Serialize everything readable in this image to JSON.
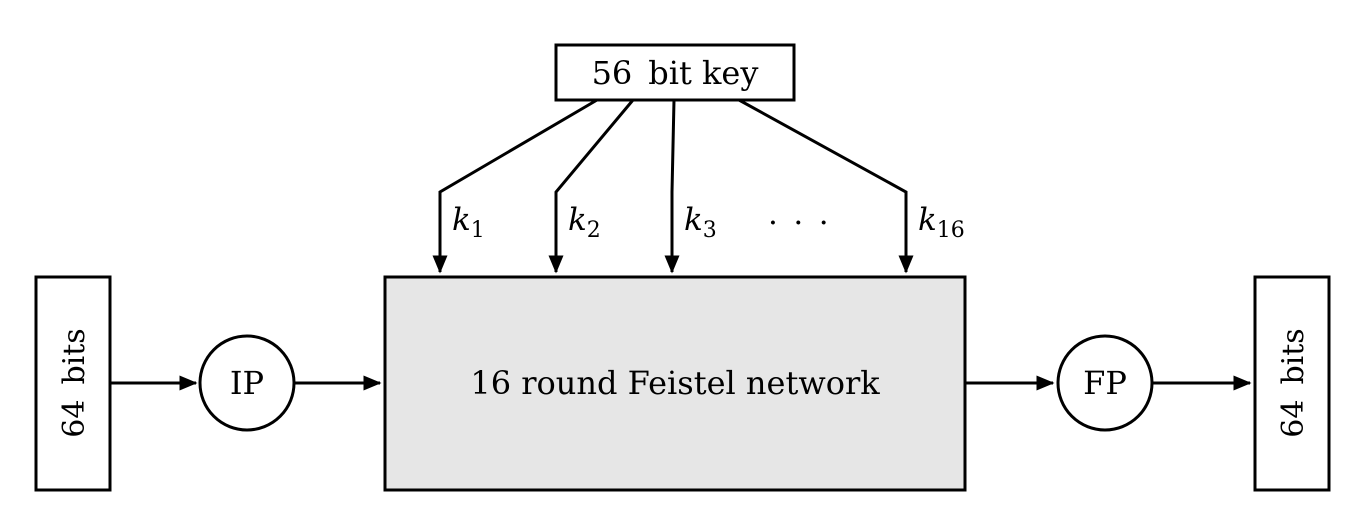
{
  "diagram": {
    "key_box": {
      "label": "56 bit key"
    },
    "feistel_box": {
      "label": "16 round Feistel network"
    },
    "input_box": {
      "label": "64 bits"
    },
    "output_box": {
      "label": "64 bits"
    },
    "ip_node": {
      "label": "IP"
    },
    "fp_node": {
      "label": "FP"
    },
    "subkeys": [
      {
        "base": "k",
        "sub": "1"
      },
      {
        "base": "k",
        "sub": "2"
      },
      {
        "base": "k",
        "sub": "3"
      },
      {
        "base": "k",
        "sub": "16"
      }
    ],
    "ellipsis": ". . ."
  },
  "colors": {
    "stroke": "#000000",
    "feistel_fill": "#e6e6e6",
    "box_fill": "#ffffff",
    "background": "#ffffff"
  }
}
